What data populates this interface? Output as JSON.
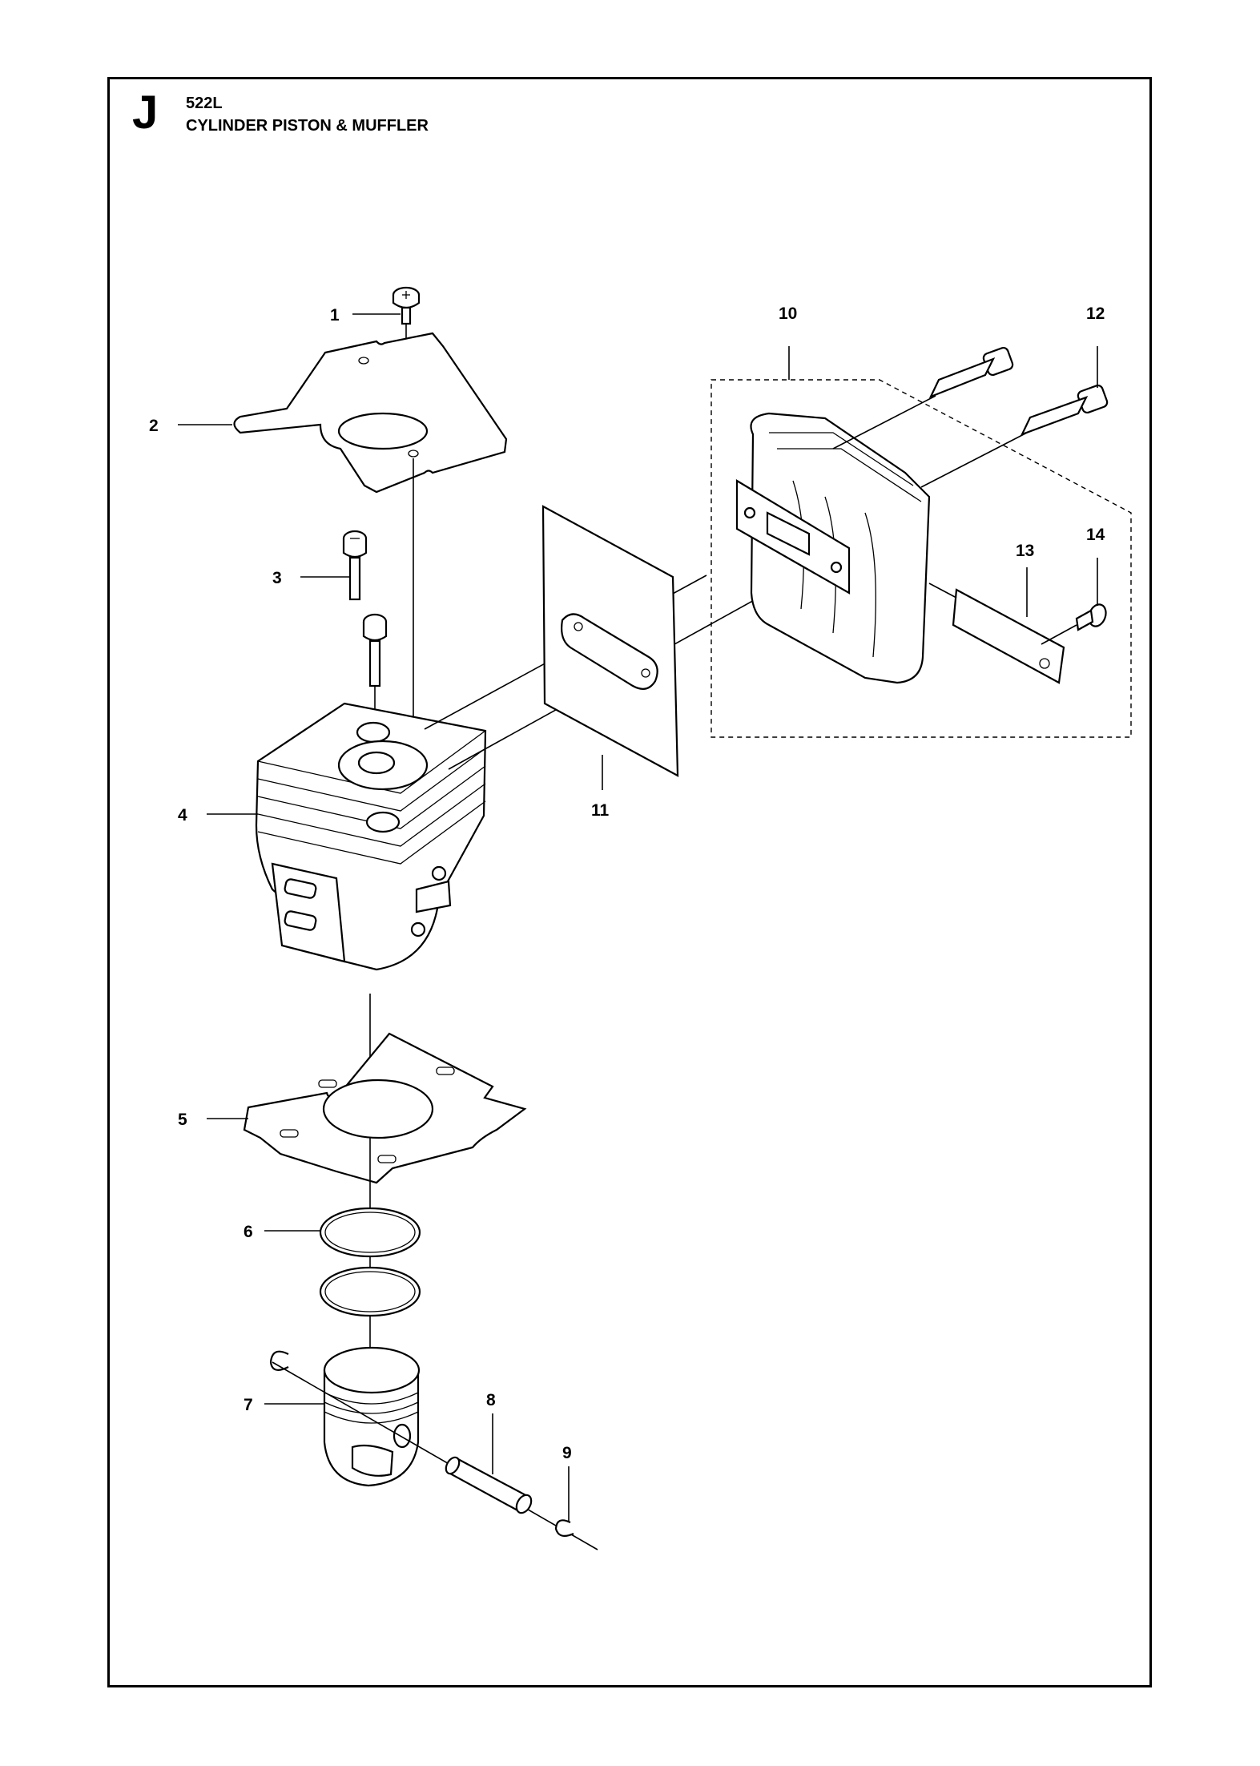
{
  "header": {
    "section_letter": "J",
    "model": "522L",
    "title": "CYLINDER PISTON & MUFFLER"
  },
  "callouts": [
    "1",
    "2",
    "3",
    "4",
    "5",
    "6",
    "7",
    "8",
    "9",
    "10",
    "11",
    "12",
    "13",
    "14"
  ]
}
